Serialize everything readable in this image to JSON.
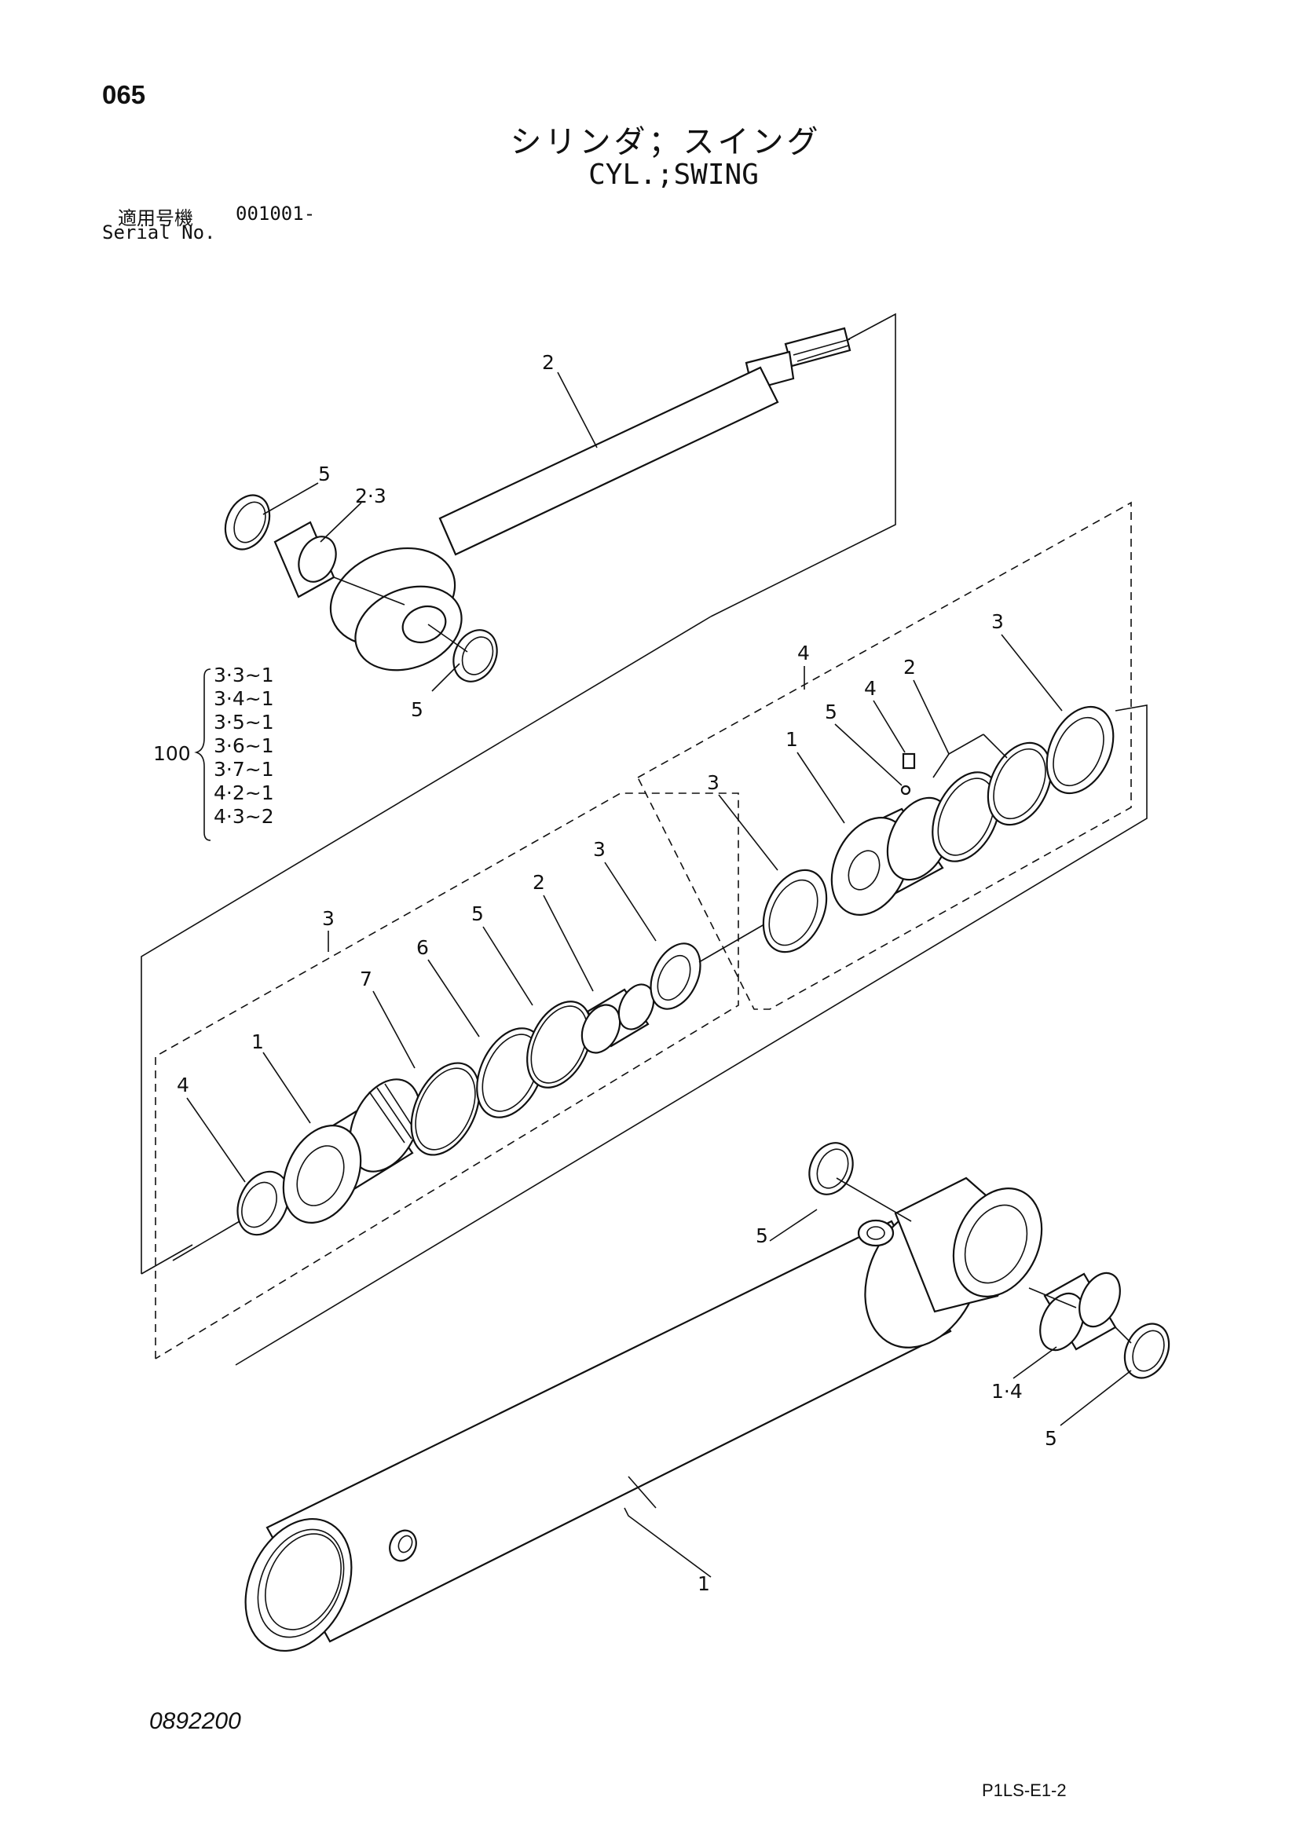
{
  "page_number": "065",
  "title_jp": "シリンダ；スイング",
  "title_en": "CYL.;SWING",
  "serial": {
    "label_jp": "適用号機",
    "value": "001001-",
    "label_en": "Serial No."
  },
  "drawing_number": "0892200",
  "page_code": "P1LS-E1-2",
  "callouts": {
    "rod": "2",
    "rod_seal_top": "5",
    "rod_bushing": "2·3",
    "rod_seal_bottom": "5",
    "kit_number": "100",
    "kit_list": [
      "3·3~1",
      "3·4~1",
      "3·5~1",
      "3·6~1",
      "3·7~1",
      "4·2~1",
      "4·3~2"
    ],
    "head_group": "3",
    "head_item1": "1",
    "head_item4": "4",
    "head_item7": "7",
    "head_item6": "6",
    "head_item5": "5",
    "head_item2": "2",
    "head_item3": "3",
    "piston_group": "4",
    "piston_item1": "1",
    "piston_item3a": "3",
    "piston_item5": "5",
    "piston_item4": "4",
    "piston_item2": "2",
    "piston_item3b": "3",
    "tube": "1",
    "tube_seal_top": "5",
    "tube_bushing": "1·4",
    "tube_seal_bottom": "5"
  }
}
